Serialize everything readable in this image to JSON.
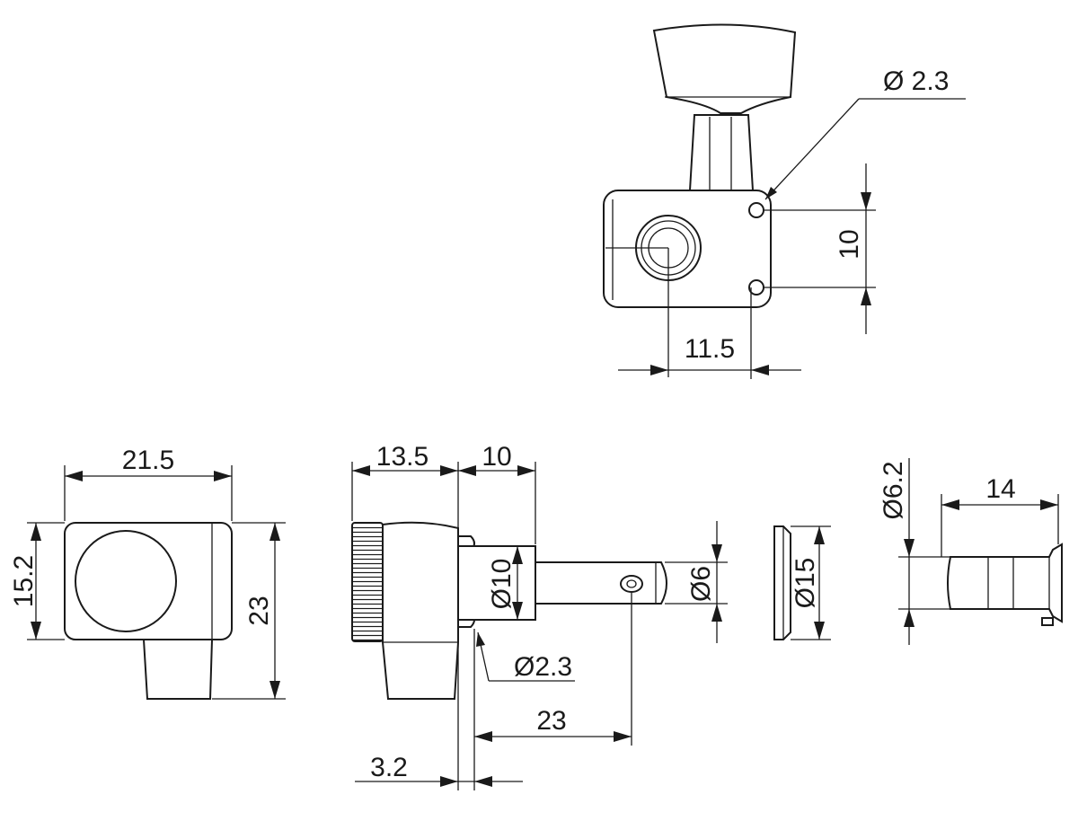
{
  "dimensions": {
    "top_hole_diameter": "Ø 2.3",
    "top_hole_spacing": "10",
    "top_offset": "11.5",
    "housing_width": "21.5",
    "housing_face": "15.2",
    "housing_height": "23",
    "knob_length": "13.5",
    "shaft_step": "10",
    "bushing_dia_10": "Ø10",
    "post_dia_6": "Ø6",
    "pin_dia_2_3": "Ø2.3",
    "post_length": "23",
    "pin_offset": "3.2",
    "washer_dia_15": "Ø15",
    "sleeve_dia_6_2": "Ø6.2",
    "sleeve_length": "14"
  }
}
